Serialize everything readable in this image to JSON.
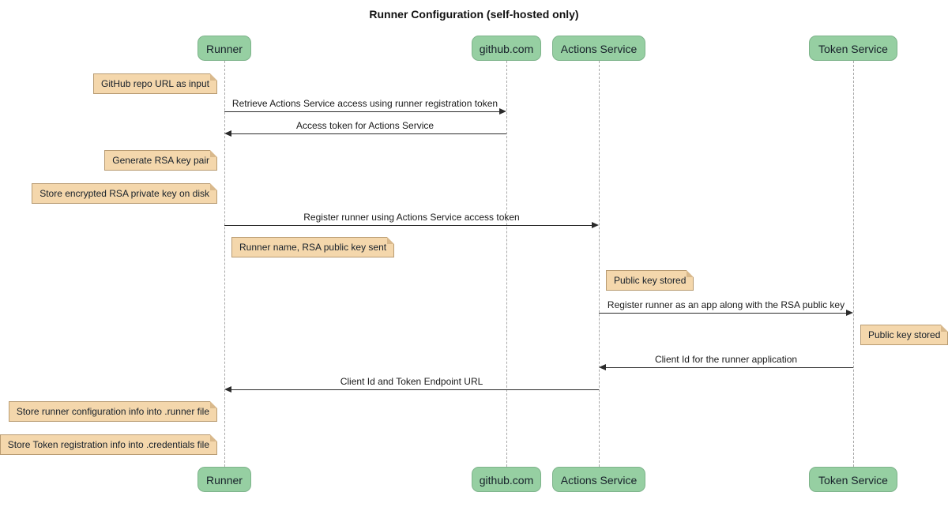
{
  "title": "Runner Configuration (self-hosted only)",
  "participants": [
    {
      "label": "Runner"
    },
    {
      "label": "github.com"
    },
    {
      "label": "Actions Service"
    },
    {
      "label": "Token Service"
    }
  ],
  "messages": [
    {
      "label": "Retrieve Actions Service access using runner registration token",
      "from": "Runner",
      "to": "github.com",
      "direction": "right"
    },
    {
      "label": "Access token for Actions Service",
      "from": "github.com",
      "to": "Runner",
      "direction": "left"
    },
    {
      "label": "Register runner using Actions Service access token",
      "from": "Runner",
      "to": "Actions Service",
      "direction": "right"
    },
    {
      "label": "Register runner as an app along with the RSA public key",
      "from": "Actions Service",
      "to": "Token Service",
      "direction": "right"
    },
    {
      "label": "Client Id for the runner application",
      "from": "Token Service",
      "to": "Actions Service",
      "direction": "left"
    },
    {
      "label": "Client Id and Token Endpoint URL",
      "from": "Actions Service",
      "to": "Runner",
      "direction": "left"
    }
  ],
  "notes": [
    {
      "label": "GitHub repo URL as input",
      "anchor": "Runner",
      "side": "left"
    },
    {
      "label": "Generate RSA key pair",
      "anchor": "Runner",
      "side": "left"
    },
    {
      "label": "Store encrypted RSA private key on disk",
      "anchor": "Runner",
      "side": "left"
    },
    {
      "label": "Runner name, RSA public key sent",
      "anchor": "Runner",
      "side": "right"
    },
    {
      "label": "Public key stored",
      "anchor": "Actions Service",
      "side": "right"
    },
    {
      "label": "Public key stored",
      "anchor": "Token Service",
      "side": "right"
    },
    {
      "label": "Store runner configuration info into .runner file",
      "anchor": "Runner",
      "side": "left"
    },
    {
      "label": "Store Token registration info into .credentials file",
      "anchor": "Runner",
      "side": "left"
    }
  ],
  "colors": {
    "participant_fill": "#96cfa2",
    "participant_border": "#7db38a",
    "note_fill": "#f4d7ac",
    "note_border": "#b89b72",
    "note_fold": "#d9b98c",
    "lifeline": "#a8a8a8",
    "arrow": "#2b2b2b"
  }
}
